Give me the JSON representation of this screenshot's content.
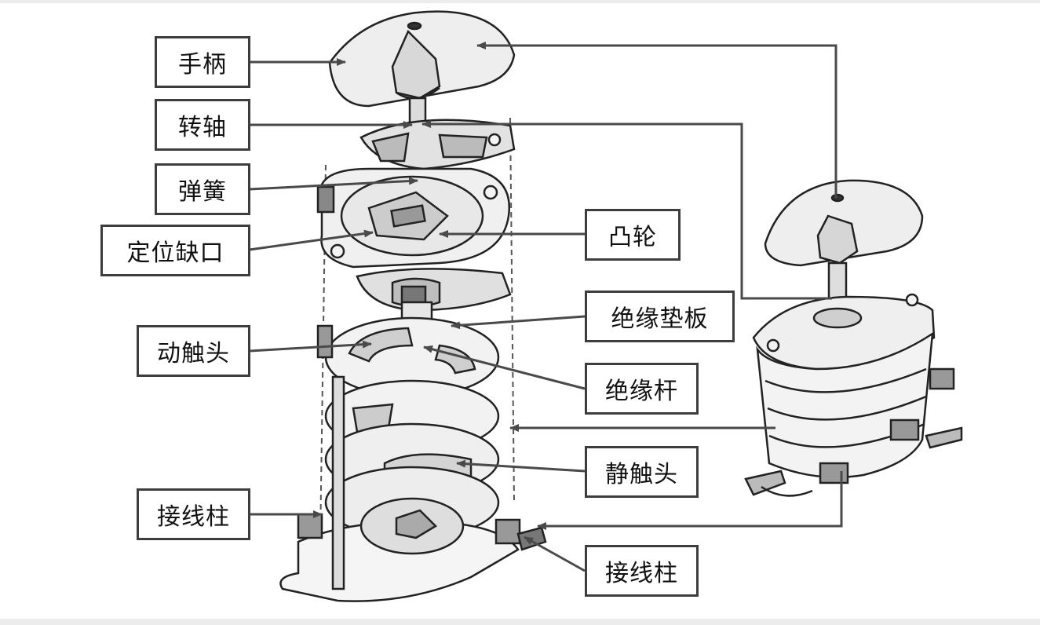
{
  "labels": {
    "handle": "手柄",
    "shaft": "转轴",
    "spring": "弹簧",
    "notch": "定位缺口",
    "cam": "凸轮",
    "insulating_pad": "绝缘垫板",
    "moving_contact": "动触头",
    "insulating_rod": "绝缘杆",
    "static_contact": "静触头",
    "terminal_left": "接线柱",
    "terminal_right": "接线柱"
  },
  "colors": {
    "line": "#4a4a4a",
    "box_border": "#3d3d3d",
    "drawing": "#222222",
    "fill_light": "#f4f4f4",
    "fill_dark": "#cfcfcf"
  }
}
